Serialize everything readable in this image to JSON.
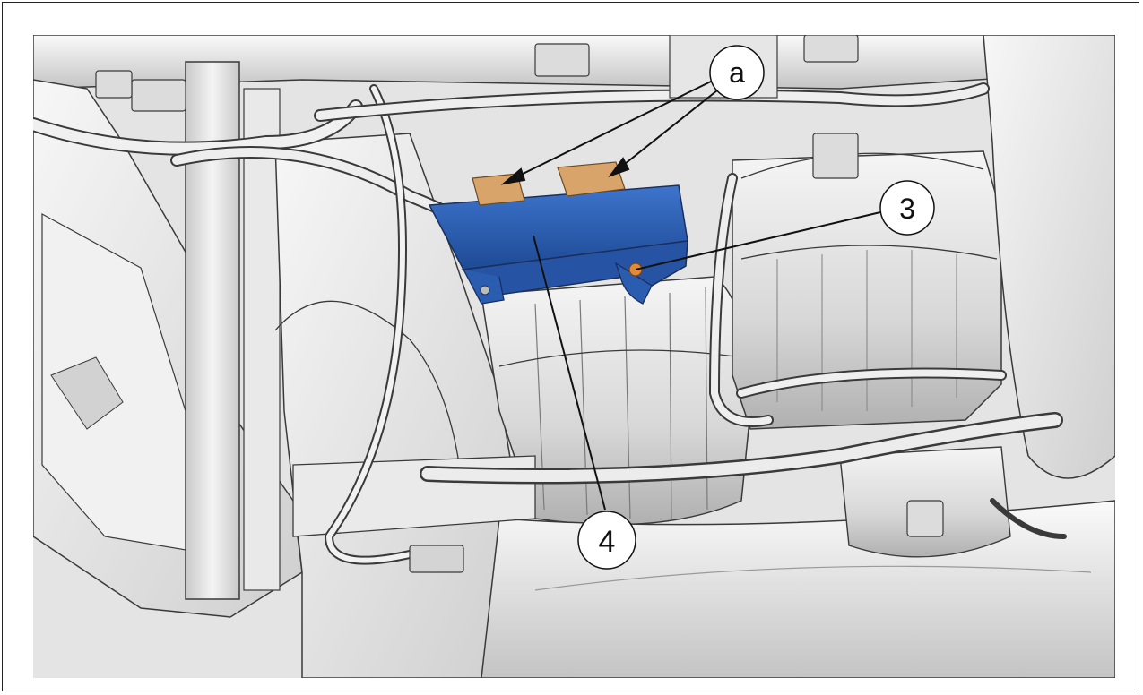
{
  "callouts": {
    "a": "a",
    "three": "3",
    "four": "4"
  },
  "colors": {
    "module": "#2f63b8",
    "module_dark": "#1f4a93",
    "connector": "#d9a46a",
    "bolt": "#e08a3a",
    "line_art": "#3a3a3a",
    "shade_light": "#f2f2f2",
    "shade_mid": "#d6d6d6",
    "shade_dark": "#b5b5b5"
  },
  "icons": [
    "callout-circle",
    "leader-arrow",
    "leader-line"
  ]
}
